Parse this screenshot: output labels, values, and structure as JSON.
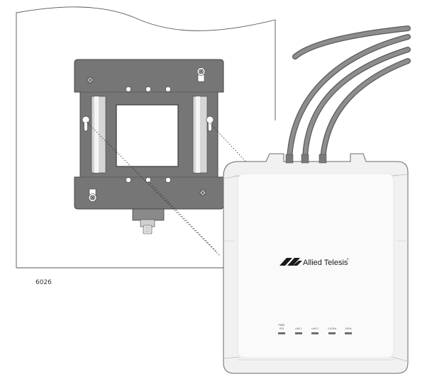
{
  "figure": {
    "id": "6026",
    "brand": "Allied Telesis",
    "trademark": "®",
    "led_labels": [
      {
        "line1": "PWR/",
        "line2": "SYS"
      },
      {
        "line1": "",
        "line2": "LAN 1"
      },
      {
        "line1": "",
        "line2": "LAN 2"
      },
      {
        "line1": "",
        "line2": "2.4GHz"
      },
      {
        "line1": "",
        "line2": "5GHz"
      }
    ]
  }
}
